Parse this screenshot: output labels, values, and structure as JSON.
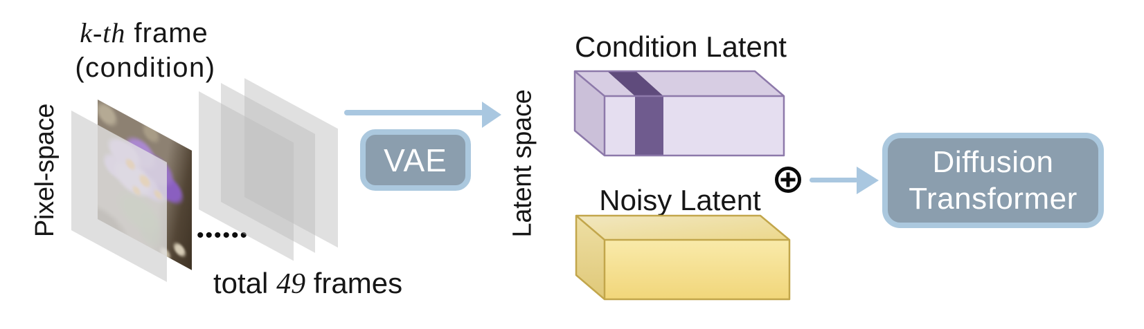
{
  "pixel_space": {
    "axis_label": "Pixel-space",
    "kth_frame": {
      "italic": "k-th",
      "rest": " frame",
      "line2": "(condition)"
    },
    "ellipsis_dots": "••••••",
    "total_frames": {
      "prefix": "total ",
      "count": "49",
      "suffix": " frames"
    }
  },
  "vae": {
    "label": "VAE"
  },
  "latent": {
    "axis_label": "Latent space",
    "condition_label": "Condition Latent",
    "noisy_label": "Noisy Latent"
  },
  "merge": {
    "plus_circle_icon": "⊕"
  },
  "diffusion_transformer": {
    "line1": "Diffusion",
    "line2": "Transformer"
  },
  "colors": {
    "arrow_blue": "#a9c7e0",
    "process_box_fill": "#8b9eae",
    "process_box_border": "#abc8de",
    "frame_gray": "#d2d2d2",
    "condition_latent_front": "#e5def0",
    "condition_latent_top": "#d7cde3",
    "condition_latent_side": "#cbc0d9",
    "condition_latent_stripe": "#6f5b8e",
    "condition_latent_outline": "#8d79aa",
    "noisy_latent_front": "#f6e196",
    "noisy_latent_outline": "#c2a64b",
    "text": "#161616"
  }
}
